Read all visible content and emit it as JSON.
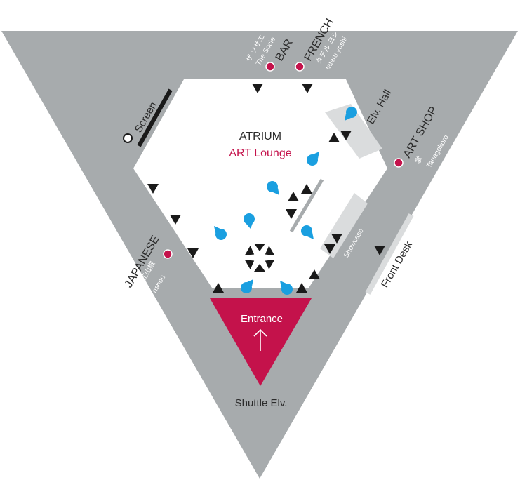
{
  "colors": {
    "corridor": "#a7abad",
    "floor": "#ffffff",
    "panel": "#dadcdd",
    "accent": "#c4124b",
    "pin": "#1a9fe0",
    "mark": "#1a1a1a",
    "text": "#2b2b2b"
  },
  "atrium": {
    "title": "ATRIUM",
    "subtitle": "ART Lounge"
  },
  "entrance": {
    "label": "Entrance",
    "icon": "arrow-up-icon"
  },
  "labels": {
    "screen": "Screen",
    "bar": "BAR",
    "bar_sub_jp": "ザ ソサエ",
    "bar_sub_en": "The Socie",
    "french": "FRENCH",
    "french_sub_jp": "タテル ヨシ",
    "french_sub_en": "tateru yoshi",
    "elv_hall": "Elv. Hall",
    "art_shop": "ART SHOP",
    "art_shop_sub_jp": "掌",
    "art_shop_sub_en": "Tanagokoro",
    "japanese": "JAPANESE",
    "japanese_sub_jp": "花山椒",
    "japanese_sub_en": "nshou",
    "showcase": "Showcase",
    "front_desk": "Front Desk",
    "shuttle_elv": "Shuttle Elv."
  },
  "icons": {
    "seat": "triangle-seat-icon",
    "pin": "speech-pin-icon",
    "dot": "location-dot-icon",
    "sculpture": "hexagon-sculpture-icon"
  }
}
